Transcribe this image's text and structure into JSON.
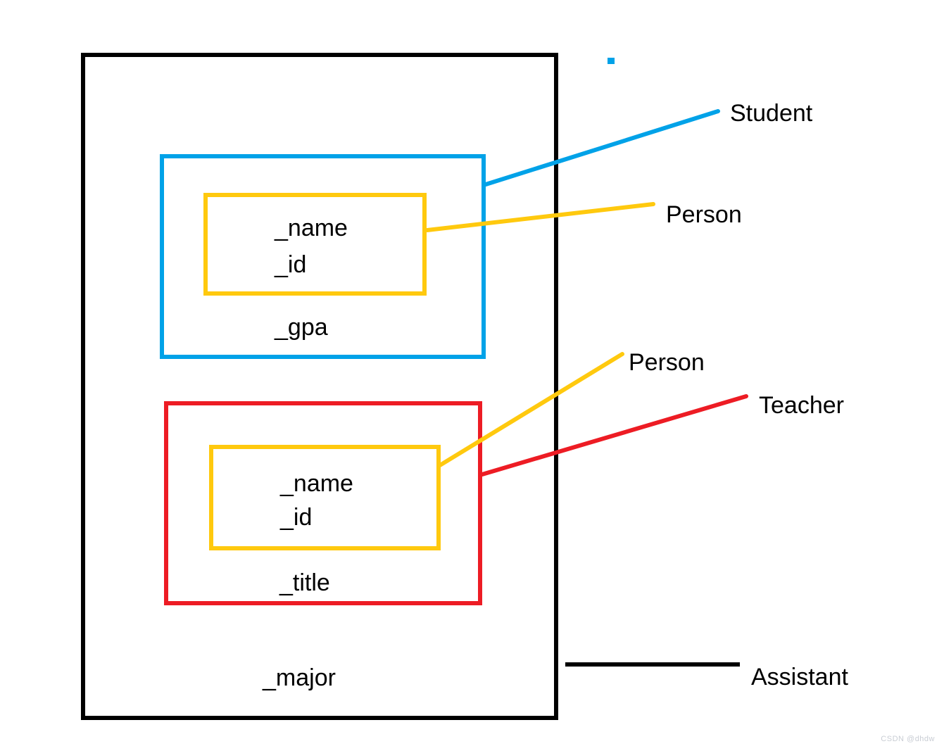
{
  "diagram": {
    "assistant": {
      "label": "Assistant",
      "member": "_major"
    },
    "student": {
      "label": "Student",
      "member": "_gpa"
    },
    "teacher": {
      "label": "Teacher",
      "member": "_title"
    },
    "person_in_student": {
      "label": "Person",
      "members": [
        "_name",
        "_id"
      ]
    },
    "person_in_teacher": {
      "label": "Person",
      "members": [
        "_name",
        "_id"
      ]
    }
  },
  "watermark": "CSDN @dhdw",
  "colors": {
    "student-blue": "#00A2E8",
    "person-gold": "#FFC90E",
    "teacher-red": "#ED1C24",
    "line-black": "#000000",
    "label-text": "#000000",
    "watermark-gray": "#C9CDD4"
  }
}
